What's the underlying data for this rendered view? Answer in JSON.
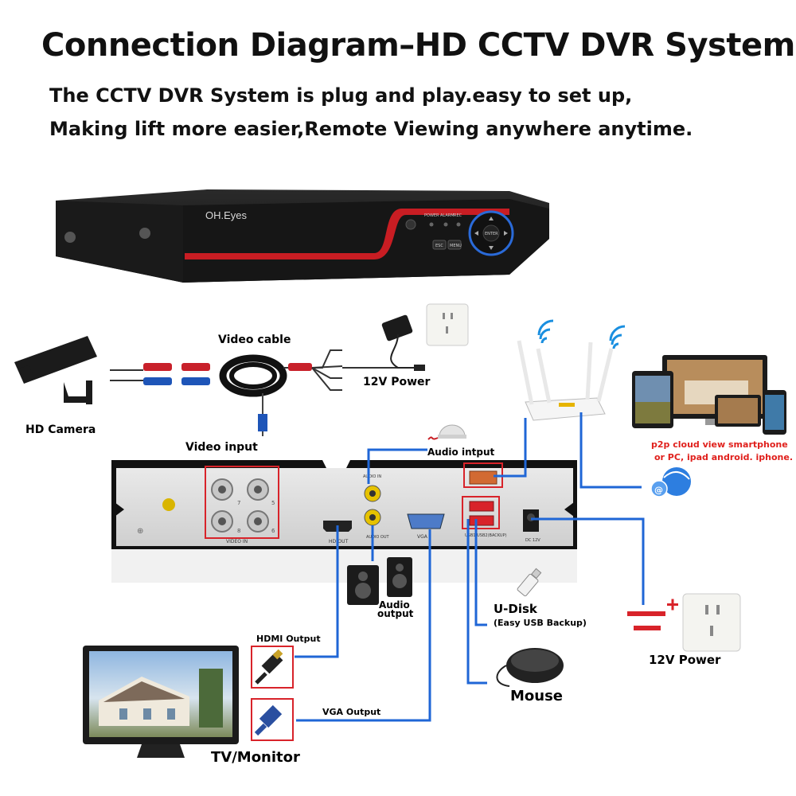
{
  "header": {
    "title": "Connection Diagram–HD CCTV DVR System",
    "line1": "The CCTV DVR System is plug and play.easy to set up,",
    "line2": "Making lift more easier,Remote Viewing anywhere anytime."
  },
  "dvr_front": {
    "brand": "OH.Eyes",
    "leds": [
      "POWER",
      "ALARM",
      "REC"
    ],
    "buttons": [
      "ESC",
      "MENU",
      "ENTER"
    ]
  },
  "dvr_back": {
    "ports": [
      "VIDEO IN",
      "HD-OUT",
      "AUDIO IN",
      "AUDIO OUT",
      "VGA",
      "USB1/USB2(BACKUP)",
      "DC 12V"
    ],
    "channel_numbers": [
      "7",
      "5",
      "8",
      "6"
    ]
  },
  "labels": {
    "hd_camera": "HD Camera",
    "video_cable": "Video cable",
    "video_input": "Video input",
    "power_top": "12V Power",
    "audio_input": "Audio intput",
    "cloud_line1": "p2p cloud view smartphone",
    "cloud_line2": "or PC, ipad android. iphone.",
    "audio_output_1": "Audio",
    "audio_output_2": "output",
    "udisk": "U-Disk",
    "udisk_note": "(Easy USB Backup)",
    "power_right": "12V Power",
    "mouse": "Mouse",
    "hdmi_output": "HDMI Output",
    "vga_output": "VGA Output",
    "tv_monitor": "TV/Monitor"
  },
  "colors": {
    "wire": "#1f66d6",
    "highlight": "#d8232a",
    "dvr_body": "#1c1c1c",
    "cloud_text": "#e0201c"
  }
}
